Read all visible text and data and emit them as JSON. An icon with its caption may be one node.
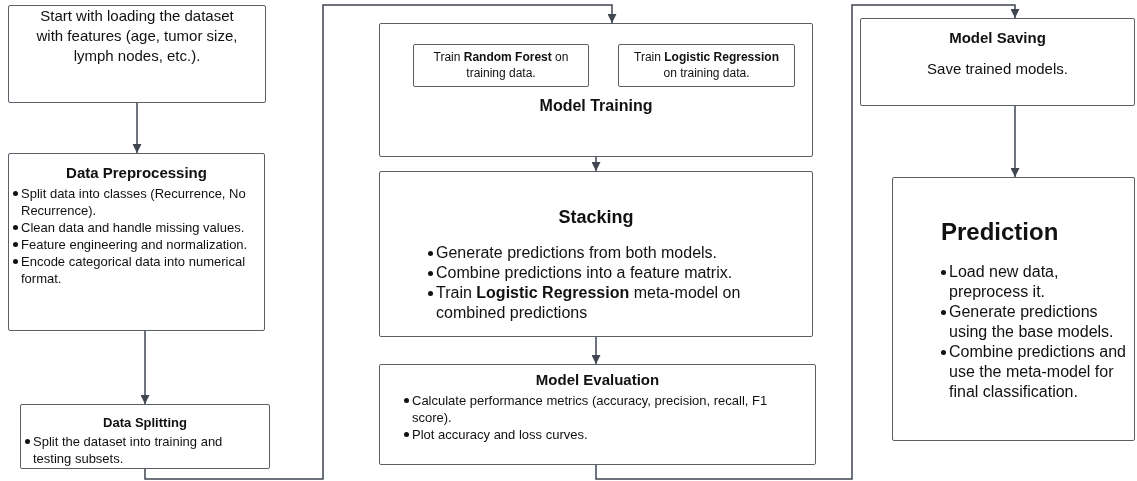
{
  "diagram": {
    "nodes": [
      {
        "text": [
          "Start with loading the dataset with features (age, tumor size, lymph nodes, etc.)."
        ]
      },
      {
        "text": [
          "Data Preprocessing",
          "Split data into classes (Recurrence, No Recurrence).",
          "Clean data and handle missing values.",
          "Feature engineering and normalization.",
          "Encode categorical data into numerical format."
        ]
      },
      {
        "text": [
          "Data Splitting",
          "Split the dataset into training and testing subsets."
        ]
      },
      {
        "text": [
          "Model Training"
        ]
      },
      {
        "text": [
          "Train **Random Forest** on training data."
        ],
        "in": 3
      },
      {
        "text": [
          "Train **Logistic Regression** on training data."
        ],
        "in": 3
      },
      {
        "text": [
          "Stacking",
          "Generate predictions from both models.",
          "Combine predictions into a feature matrix.",
          "Train **Logistic Regression** meta-model on combined predictions"
        ]
      },
      {
        "text": [
          "Model Evaluation",
          "Calculate performance metrics (accuracy, precision, recall, F1 score).",
          "Plot accuracy and loss curves."
        ]
      },
      {
        "text": [
          "Model Saving",
          "Save trained models."
        ]
      },
      {
        "text": [
          "Prediction",
          "Load new data, preprocess it.",
          "Generate predictions using the base models.",
          "Combine predictions and use the meta-model for final classification."
        ]
      }
    ],
    "edges": [
      {
        "from": 0,
        "to": 1,
        "arrow": "to"
      },
      {
        "from": 1,
        "to": 2,
        "arrow": "to"
      },
      {
        "from": 2,
        "to": 3,
        "arrow": "to"
      },
      {
        "from": 3,
        "to": 6,
        "arrow": "to"
      },
      {
        "from": 6,
        "to": 7,
        "arrow": "to"
      },
      {
        "from": 7,
        "to": 8,
        "arrow": "to"
      },
      {
        "from": 8,
        "to": 9,
        "arrow": "to"
      }
    ]
  }
}
